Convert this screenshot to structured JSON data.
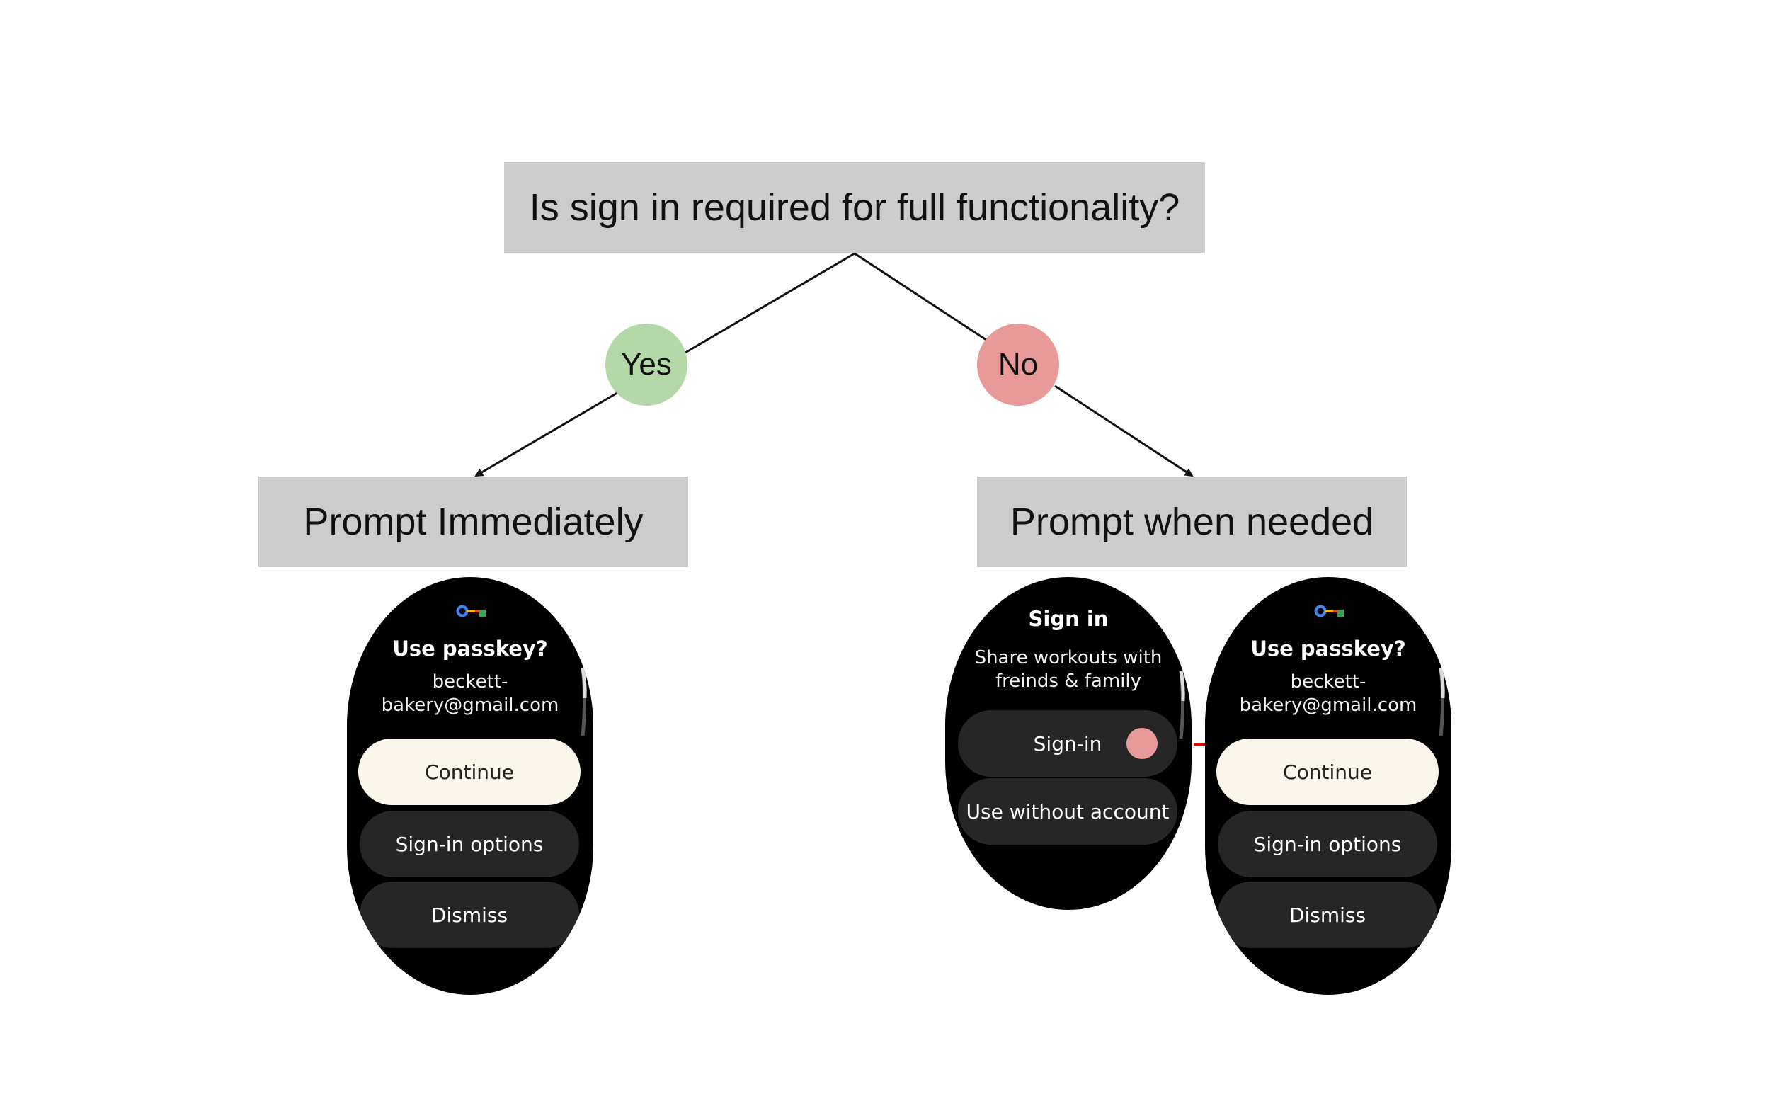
{
  "question": "Is sign in required for full functionality?",
  "yes_label": "Yes",
  "no_label": "No",
  "left_outcome": "Prompt Immediately",
  "right_outcome": "Prompt when needed",
  "colors": {
    "yes": "#b5d8a8",
    "no": "#e89a9a",
    "box": "#cccccc",
    "arrow_highlight": "#e00000"
  },
  "passkey_screen": {
    "icon": "passkey-key-icon",
    "title": "Use passkey?",
    "account": "beckett-\nbakery@gmail.com",
    "continue_label": "Continue",
    "options_label": "Sign-in options",
    "dismiss_label": "Dismiss"
  },
  "signin_screen": {
    "title": "Sign in",
    "subtitle": "Share workouts with freinds & family",
    "signin_label": "Sign-in",
    "without_account_label": "Use without account"
  }
}
